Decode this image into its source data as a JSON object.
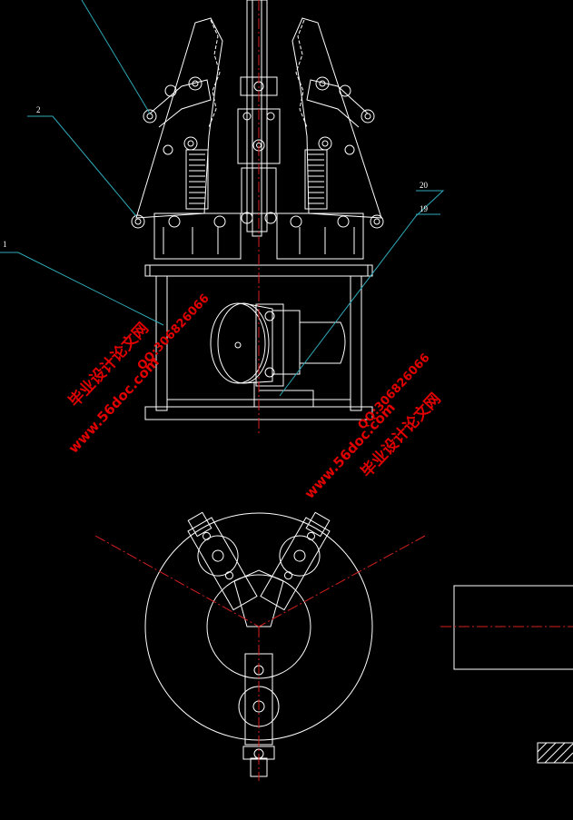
{
  "callouts": {
    "c1": "1",
    "c2": "2",
    "c19": "19",
    "c20": "20"
  },
  "watermark": {
    "url": "www.56doc.com",
    "qq": "QQ:306826066",
    "brand": "毕业设计论文网"
  },
  "colors": {
    "background": "#000000",
    "outline": "#ffffff",
    "leader": "#2fa9b8",
    "centerline": "#d42020",
    "watermark": "#e00000"
  }
}
